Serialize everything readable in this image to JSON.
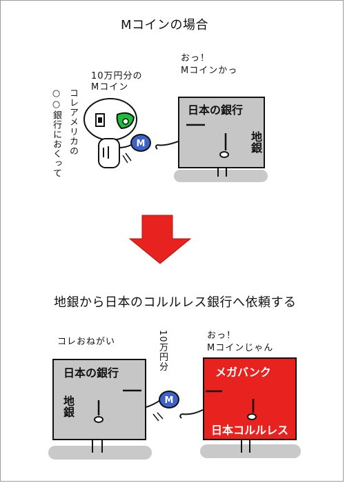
{
  "panel_top": {
    "title": "Mコインの場合",
    "speech_bank": "おっ！\nMコインかっ",
    "speech_robot_top": "10万円分の\nMコイン",
    "speech_robot_side_1": "コレアメリカの",
    "speech_robot_side_2": "○○銀行におくって",
    "bank_label": "日本の銀行",
    "bank_side_label": "地銀",
    "coin_letter": "M"
  },
  "arrow_color": "#e8231f",
  "panel_bottom": {
    "title": "地銀から日本のコルルレス銀行へ依頼する",
    "speech_left": "コレおねがい",
    "speech_amount": "10万円分",
    "speech_right": "おっ！\nMコインじゃん",
    "left_bank_label": "日本の銀行",
    "left_bank_side_label": "地銀",
    "right_bank_top_label": "メガバンク",
    "right_bank_bottom_label": "日本コルルレス",
    "coin_letter": "M"
  },
  "colors": {
    "coin": "#3d63c8",
    "megabank": "#e8231f",
    "bank_gray": "#c6c6c6"
  }
}
